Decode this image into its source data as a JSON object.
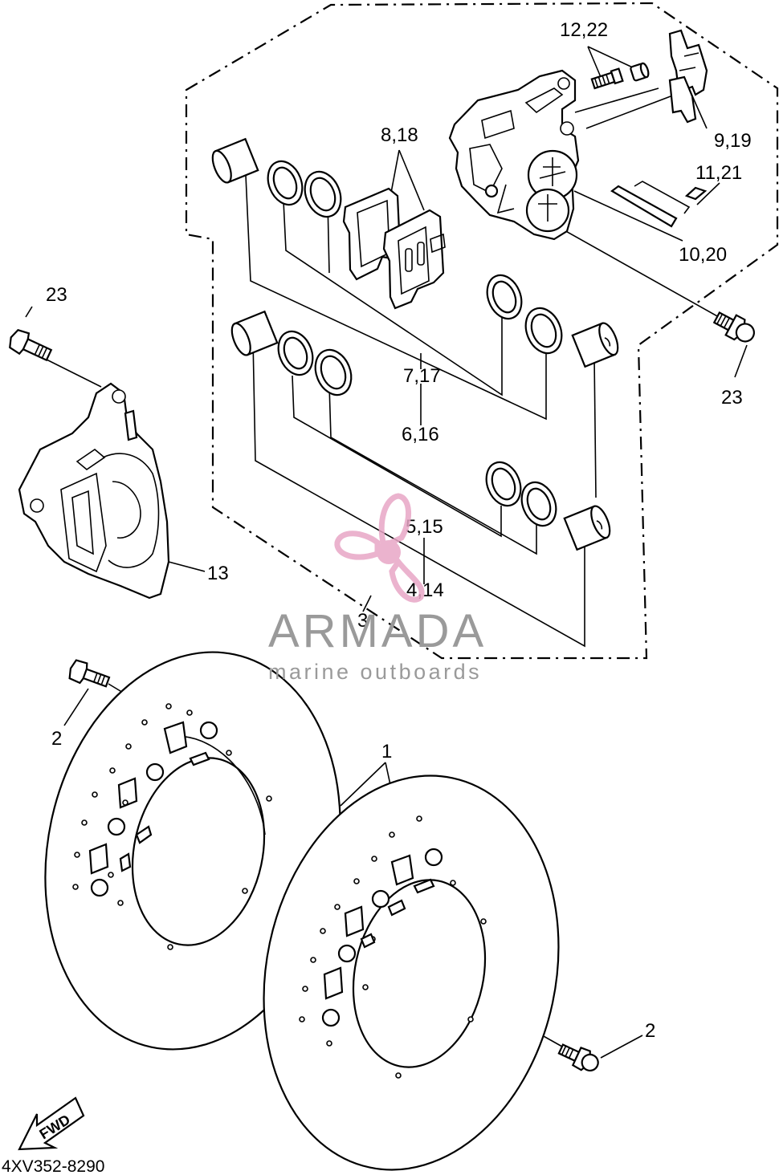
{
  "diagram": {
    "code": "4XV352-8290",
    "fwd_label": "FWD",
    "callouts": {
      "c1": "1",
      "c2a": "2",
      "c2b": "2",
      "c3": "3",
      "c4": "4,14",
      "c5": "5,15",
      "c6": "6,16",
      "c7": "7,17",
      "c8": "8,18",
      "c9": "9,19",
      "c10": "10,20",
      "c11": "11,21",
      "c12": "12,22",
      "c13": "13",
      "c23a": "23",
      "c23b": "23"
    }
  },
  "watermark": {
    "brand": "ARMADA",
    "tagline": "marine outboards",
    "accent_color": "#e8a6c6",
    "text_color": "#9a9a9a"
  }
}
